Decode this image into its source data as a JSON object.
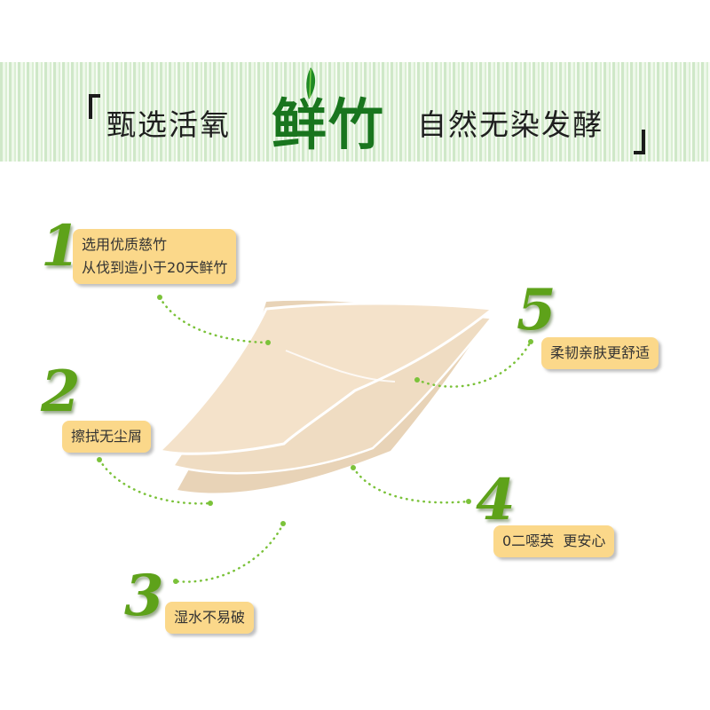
{
  "banner": {
    "left_text": "甄选活氧",
    "accent_text": "鲜竹",
    "right_text": "自然无染发酵"
  },
  "features": [
    {
      "number": "1",
      "lines": [
        "选用优质慈竹",
        "从伐到造小于20天鲜竹"
      ]
    },
    {
      "number": "2",
      "lines": [
        "擦拭无尘屑"
      ]
    },
    {
      "number": "3",
      "lines": [
        "湿水不易破"
      ]
    },
    {
      "number": "4",
      "lines": [
        "0二噁英  更安心"
      ]
    },
    {
      "number": "5",
      "lines": [
        "柔韧亲肤更舒适"
      ]
    }
  ],
  "colors": {
    "label_bg": "#fbd88a",
    "number": "#5ea21a",
    "accent": "#19751e",
    "tissue": "#f2dec4",
    "dots": "#7bc23a"
  }
}
